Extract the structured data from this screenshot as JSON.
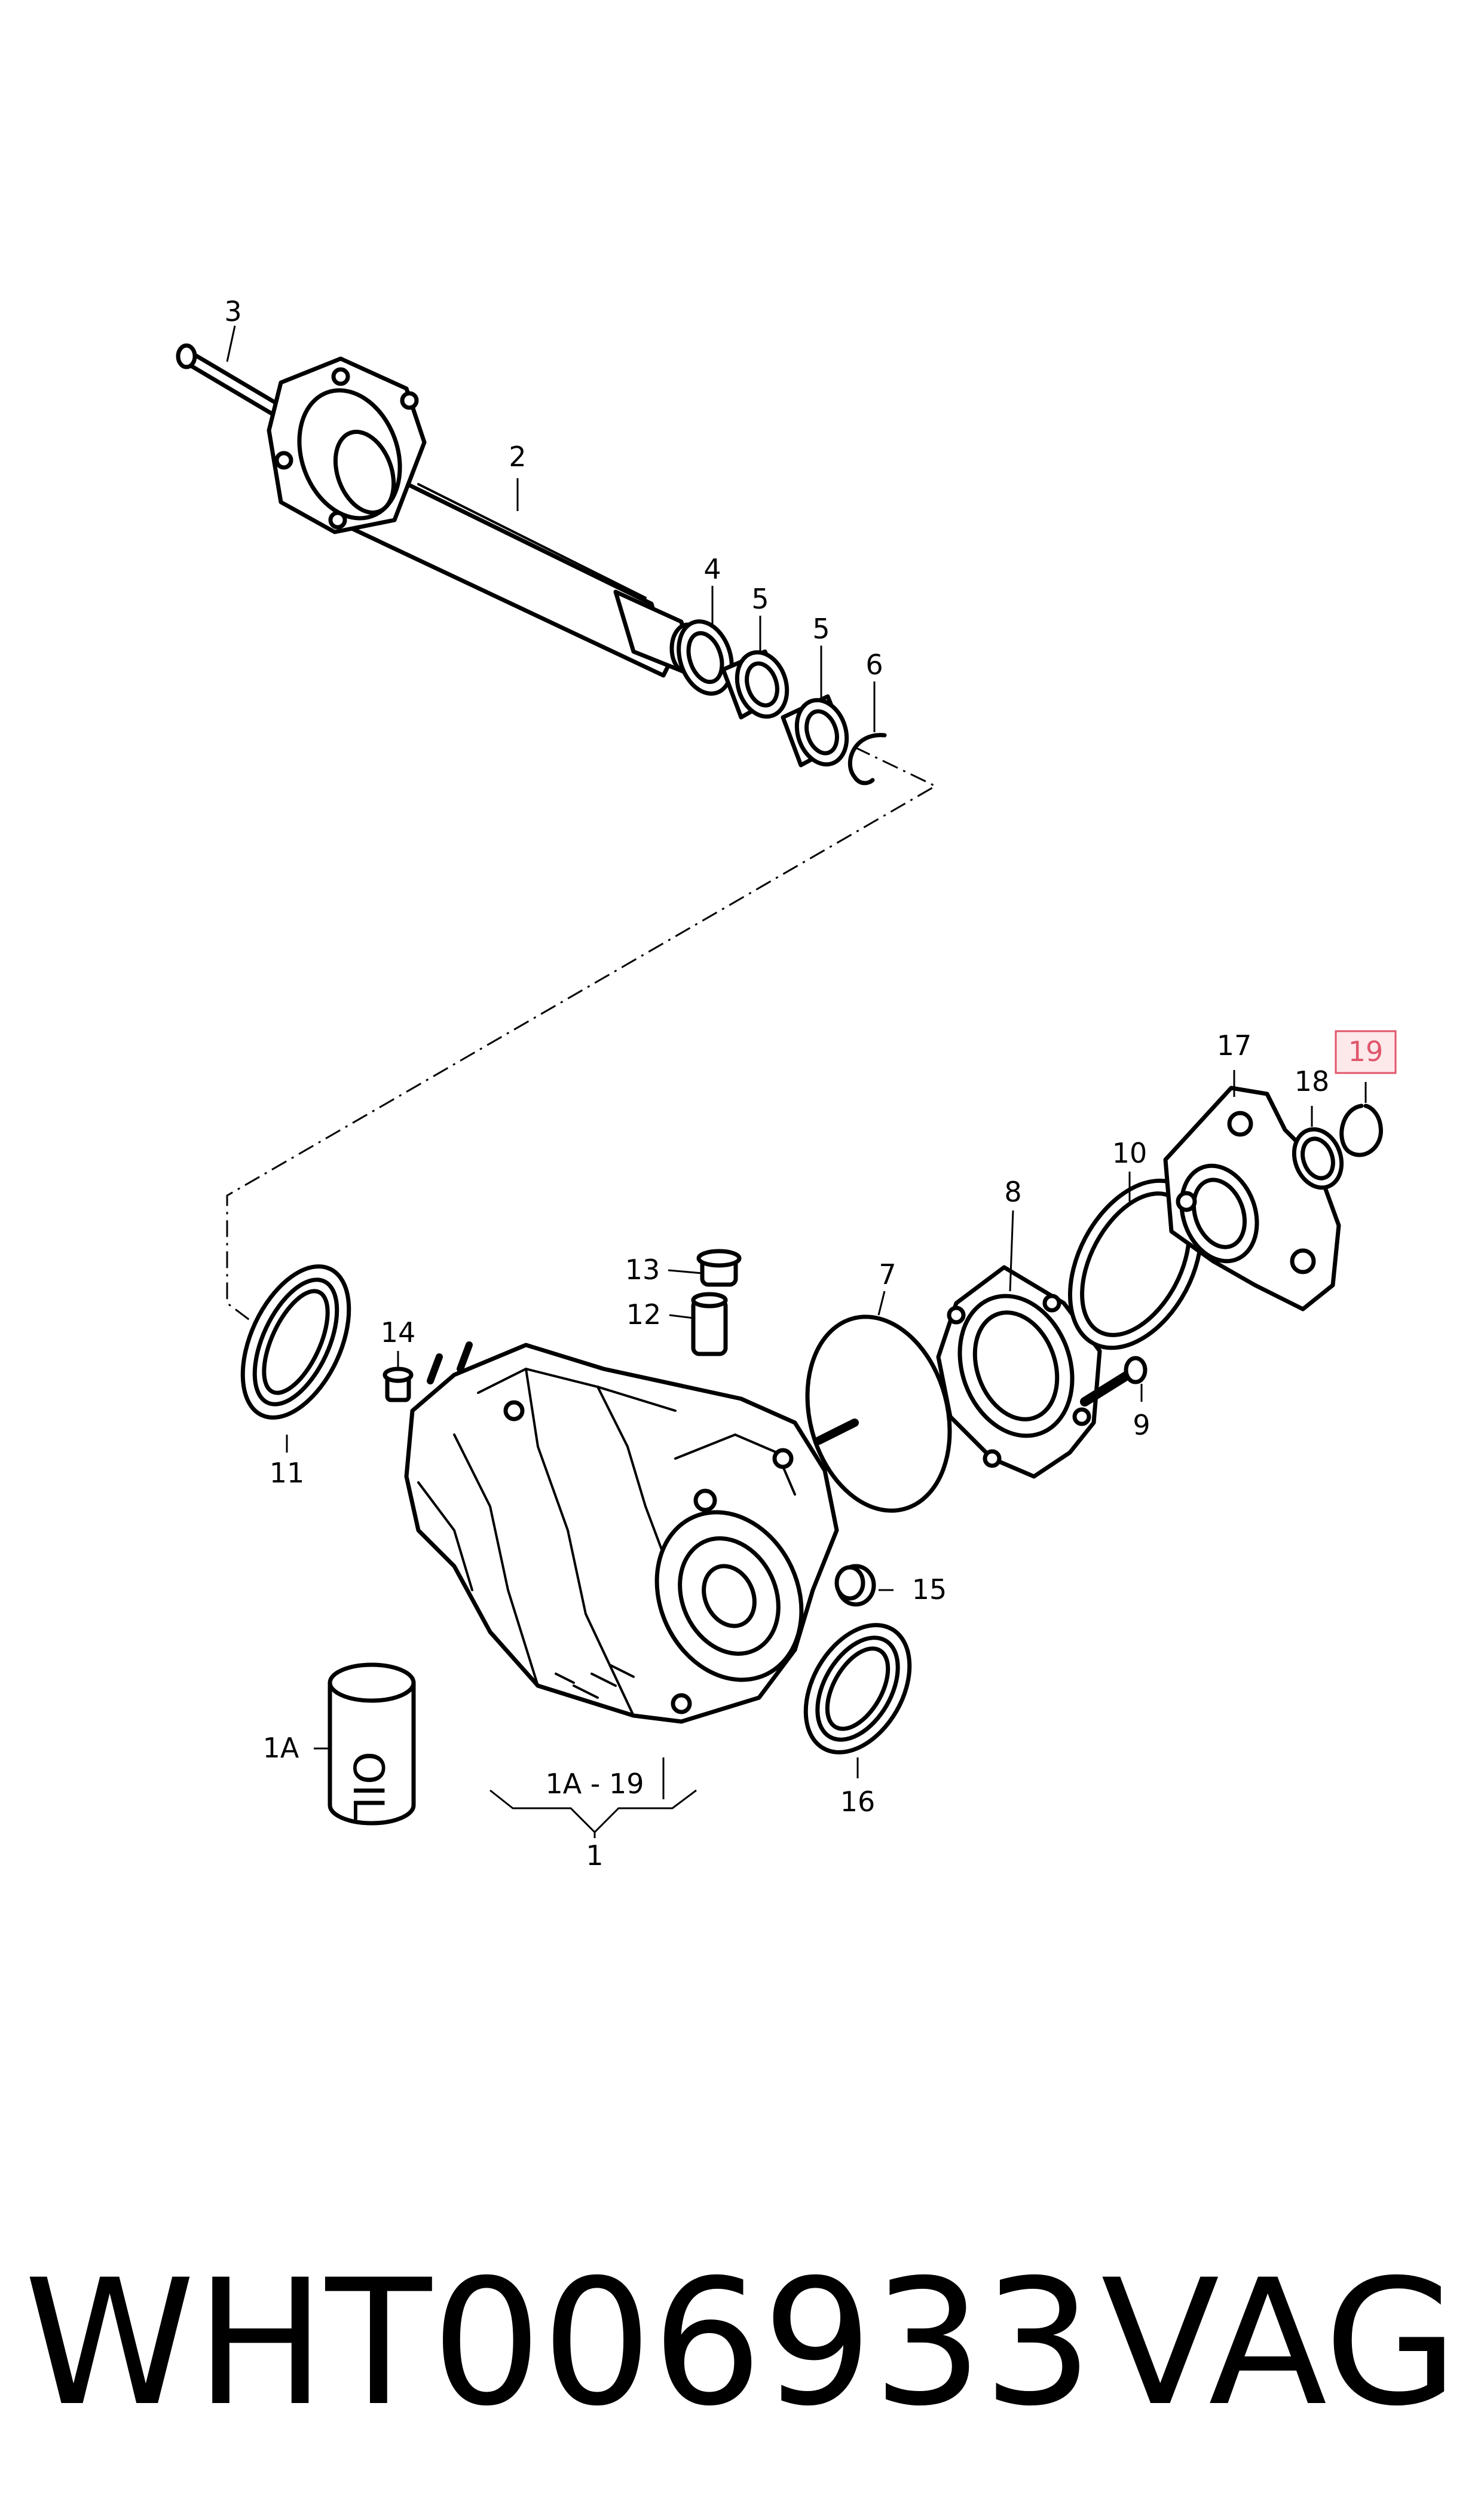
{
  "labels": {
    "p1": "1",
    "p1A": "1A",
    "p1A_19": "1A - 19",
    "p2": "2",
    "p3": "3",
    "p4": "4",
    "p5a": "5",
    "p5b": "5",
    "p6": "6",
    "p7": "7",
    "p8": "8",
    "p9": "9",
    "p10": "10",
    "p11": "11",
    "p12": "12",
    "p13": "13",
    "p14": "14",
    "p15": "15",
    "p16": "16",
    "p17": "17",
    "p18": "18",
    "p19": "19"
  },
  "footer": {
    "part_number": "WHT006933",
    "brand": "VAG"
  },
  "colors": {
    "highlight_fill": "#fde8ea",
    "highlight_stroke": "#e0566b",
    "line": "#000000"
  }
}
